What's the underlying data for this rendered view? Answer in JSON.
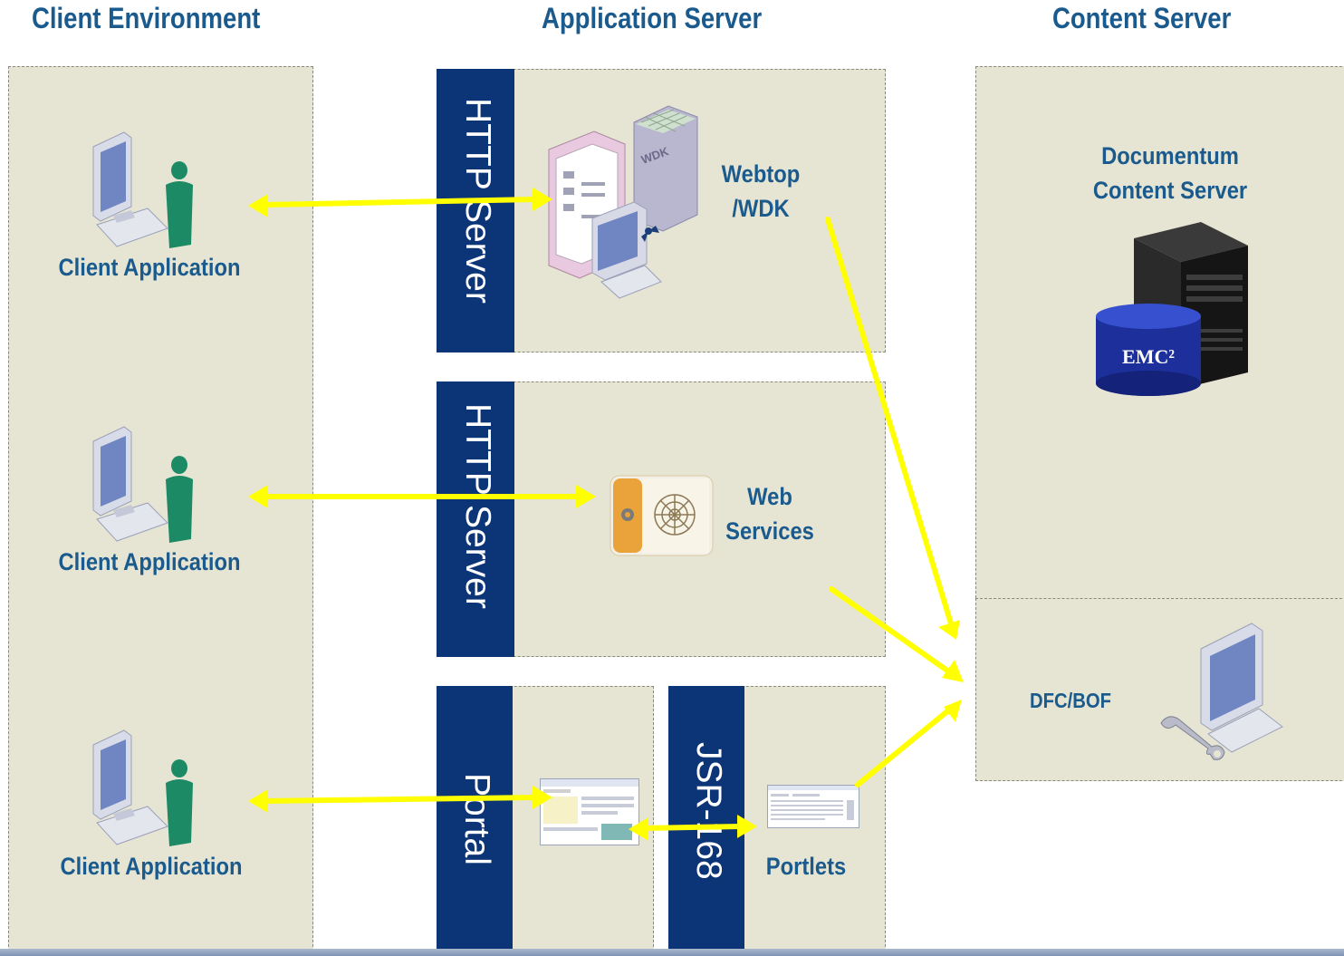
{
  "columns": {
    "client": "Client Environment",
    "app": "Application Server",
    "content": "Content Server"
  },
  "bars": {
    "http1": "HTTP Server",
    "http2": "HTTP Server",
    "portal": "Portal",
    "jsr": "JSR-168"
  },
  "clients": [
    {
      "label": "Client Application"
    },
    {
      "label": "Client Application"
    },
    {
      "label": "Client Application"
    }
  ],
  "webtop": {
    "line1": "Webtop",
    "line2": "/WDK"
  },
  "webservices": {
    "line1": "Web",
    "line2": "Services"
  },
  "portlets": "Portlets",
  "documentum": {
    "line1": "Documentum",
    "line2": "Content Server"
  },
  "emc_logo": "EMC²",
  "wdk_logo": "WDK",
  "dfc": "DFC/BOF",
  "colors": {
    "arrow": "#ffff00",
    "bar": "#0c3578",
    "panel": "#e6e5d4",
    "title": "#1b5a8c"
  }
}
